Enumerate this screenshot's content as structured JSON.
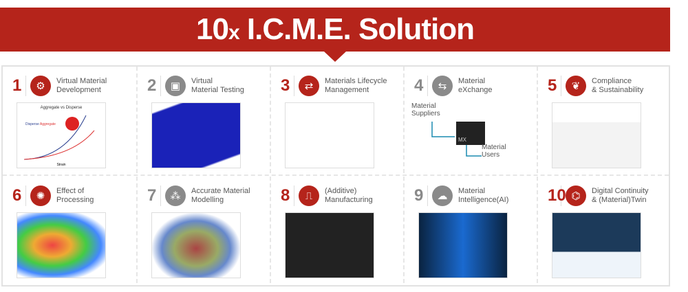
{
  "title": {
    "main": "10",
    "suffix": "x",
    "rest": " I.C.M.E. Solution"
  },
  "colors": {
    "accent": "#b5241b",
    "gray": "#8a8a8a"
  },
  "items": [
    {
      "num": "1",
      "line1": "Virtual Material",
      "line2": "Development",
      "color": "red",
      "icon": "gear-cycle-icon"
    },
    {
      "num": "2",
      "line1": "Virtual",
      "line2": "Material Testing",
      "color": "gray",
      "icon": "vr-headset-icon"
    },
    {
      "num": "3",
      "line1": "Materials Lifecycle",
      "line2": "Management",
      "color": "red",
      "icon": "lifecycle-icon"
    },
    {
      "num": "4",
      "line1": "Material",
      "line2": "eXchange",
      "color": "gray",
      "icon": "exchange-arrows-icon"
    },
    {
      "num": "5",
      "line1": "Compliance",
      "line2": "& Sustainability",
      "color": "red",
      "icon": "leaf-shield-icon"
    },
    {
      "num": "6",
      "line1": "Effect of",
      "line2": "Processing",
      "color": "red",
      "icon": "dots-wheel-icon"
    },
    {
      "num": "7",
      "line1": "Accurate Material",
      "line2": "Modelling",
      "color": "gray",
      "icon": "network-icon"
    },
    {
      "num": "8",
      "line1": "(Additive)",
      "line2": "Manufacturing",
      "color": "red",
      "icon": "printer-3d-icon"
    },
    {
      "num": "9",
      "line1": "Material",
      "line2": "Intelligence(AI)",
      "color": "gray",
      "icon": "brain-icon"
    },
    {
      "num": "10",
      "line1": "Digital Continuity",
      "line2": "& (Material)Twin",
      "color": "red",
      "icon": "circuit-icon"
    }
  ],
  "exchange": {
    "suppliers": "Material Suppliers",
    "users": "Material Users",
    "mx": "MX"
  },
  "chart": {
    "title": "Aggregate vs Disperse",
    "legend1": "Disperse",
    "legend2": "Aggregate",
    "xlabel": "Strain"
  }
}
